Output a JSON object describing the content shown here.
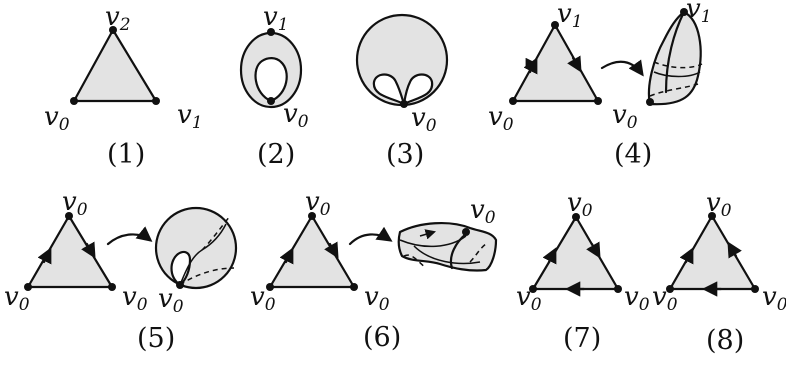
{
  "figures": [
    {
      "caption": "(1)",
      "labels": [
        [
          "v",
          "2"
        ],
        [
          "v",
          "0"
        ],
        [
          "v",
          "1"
        ]
      ]
    },
    {
      "caption": "(2)",
      "labels": [
        [
          "v",
          "1"
        ],
        [
          "v",
          "0"
        ]
      ]
    },
    {
      "caption": "(3)",
      "labels": [
        [
          "v",
          "0"
        ]
      ]
    },
    {
      "caption": "(4)",
      "labels": [
        [
          "v",
          "1"
        ],
        [
          "v",
          "0"
        ],
        [
          "v",
          "1"
        ],
        [
          "v",
          "0"
        ]
      ]
    },
    {
      "caption": "(5)",
      "labels": [
        [
          "v",
          "0"
        ],
        [
          "v",
          "0"
        ],
        [
          "v",
          "0"
        ],
        [
          "v",
          "0"
        ]
      ]
    },
    {
      "caption": "(6)",
      "labels": [
        [
          "v",
          "0"
        ],
        [
          "v",
          "0"
        ],
        [
          "v",
          "0"
        ],
        [
          "v",
          "0"
        ]
      ]
    },
    {
      "caption": "(7)",
      "labels": [
        [
          "v",
          "0"
        ],
        [
          "v",
          "0"
        ],
        [
          "v",
          "0"
        ]
      ]
    },
    {
      "caption": "(8)",
      "labels": [
        [
          "v",
          "0"
        ],
        [
          "v",
          "0"
        ],
        [
          "v",
          "0"
        ]
      ]
    }
  ]
}
